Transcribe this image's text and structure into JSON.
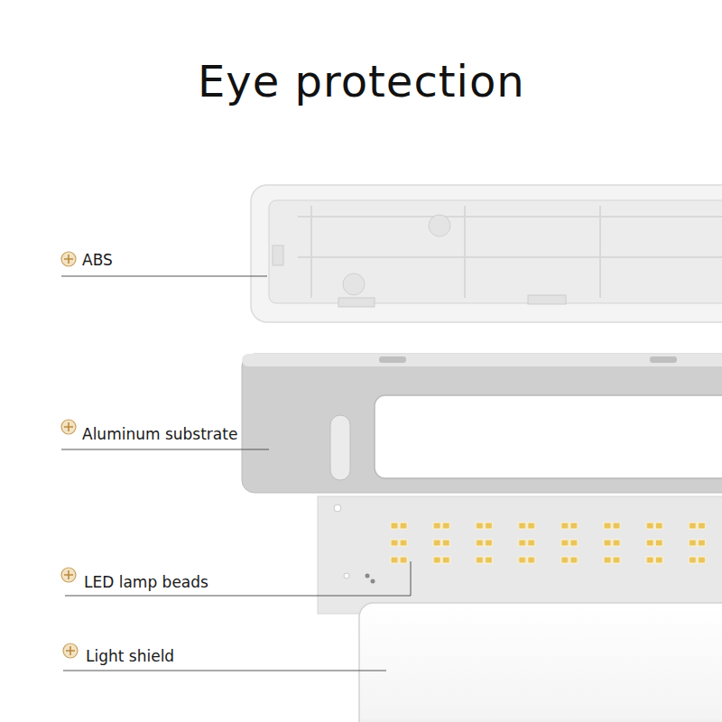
{
  "diagram": {
    "title": "Eye protection",
    "labels": [
      "ABS",
      "Aluminum substrate",
      "LED lamp beads",
      "Light shield"
    ]
  }
}
